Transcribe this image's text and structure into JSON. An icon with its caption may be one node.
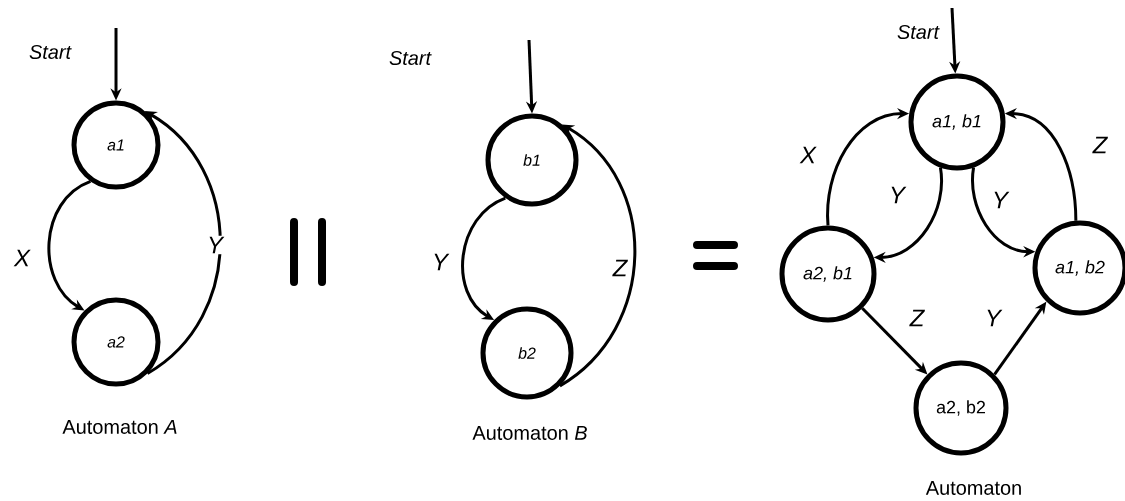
{
  "diagram": {
    "nodes": [
      {
        "text": [
          "a1"
        ]
      },
      {
        "text": [
          "a2"
        ]
      },
      {
        "text": [
          "b1"
        ]
      },
      {
        "text": [
          "b2"
        ]
      },
      {
        "text": [
          "a1, b1"
        ]
      },
      {
        "text": [
          "a2, b1"
        ]
      },
      {
        "text": [
          "a1, b2"
        ]
      },
      {
        "text": [
          "a2, b2"
        ]
      }
    ],
    "edges": [
      {
        "from": null,
        "to": 0,
        "arrow": "to"
      },
      {
        "from": 0,
        "to": 1,
        "arrow": "to",
        "label": "X"
      },
      {
        "from": 1,
        "to": 0,
        "arrow": "to",
        "label": "Y"
      },
      {
        "from": null,
        "to": 2,
        "arrow": "to"
      },
      {
        "from": 2,
        "to": 3,
        "arrow": "to",
        "label": "Y"
      },
      {
        "from": 3,
        "to": 2,
        "arrow": "to",
        "label": "Z"
      },
      {
        "from": null,
        "to": 4,
        "arrow": "to"
      },
      {
        "from": 5,
        "to": 4,
        "arrow": "to",
        "label": "X"
      },
      {
        "from": 4,
        "to": 5,
        "arrow": "to",
        "label": "Y"
      },
      {
        "from": 4,
        "to": 6,
        "arrow": "to",
        "label": "Y"
      },
      {
        "from": 6,
        "to": 4,
        "arrow": "to",
        "label": "Z"
      },
      {
        "from": 5,
        "to": 7,
        "arrow": "to",
        "label": "Z"
      },
      {
        "from": 7,
        "to": 6,
        "arrow": "to",
        "label": "Y"
      }
    ],
    "labels": [
      "Start",
      "Automaton *A*",
      "Start",
      "Automaton *B*",
      "Start",
      "Automaton"
    ]
  }
}
